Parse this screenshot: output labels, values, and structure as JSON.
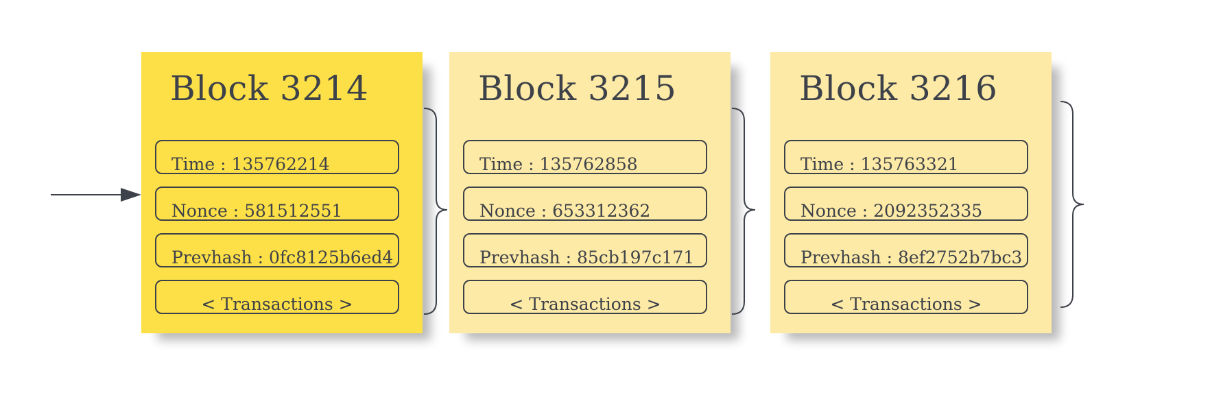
{
  "blocks": [
    {
      "title": "Block 3214",
      "time": "Time : 135762214",
      "nonce": "Nonce : 581512551",
      "prevhash": "Prevhash : 0fc8125b6ed4",
      "transactions": "< Transactions >",
      "active": true
    },
    {
      "title": "Block 3215",
      "time": "Time : 135762858",
      "nonce": "Nonce : 653312362",
      "prevhash": "Prevhash : 85cb197c171",
      "transactions": "< Transactions >",
      "active": false
    },
    {
      "title": "Block 3216",
      "time": "Time : 135763321",
      "nonce": "Nonce : 2092352335",
      "prevhash": "Prevhash : 8ef2752b7bc3",
      "transactions": "< Transactions >",
      "active": false
    }
  ],
  "colors": {
    "active_block": "#fde047",
    "inactive_block": "#fdeaa6",
    "stroke": "#3d4149"
  },
  "icons": {
    "entry_arrow": "arrow-right-icon",
    "connector": "curly-brace-icon"
  }
}
